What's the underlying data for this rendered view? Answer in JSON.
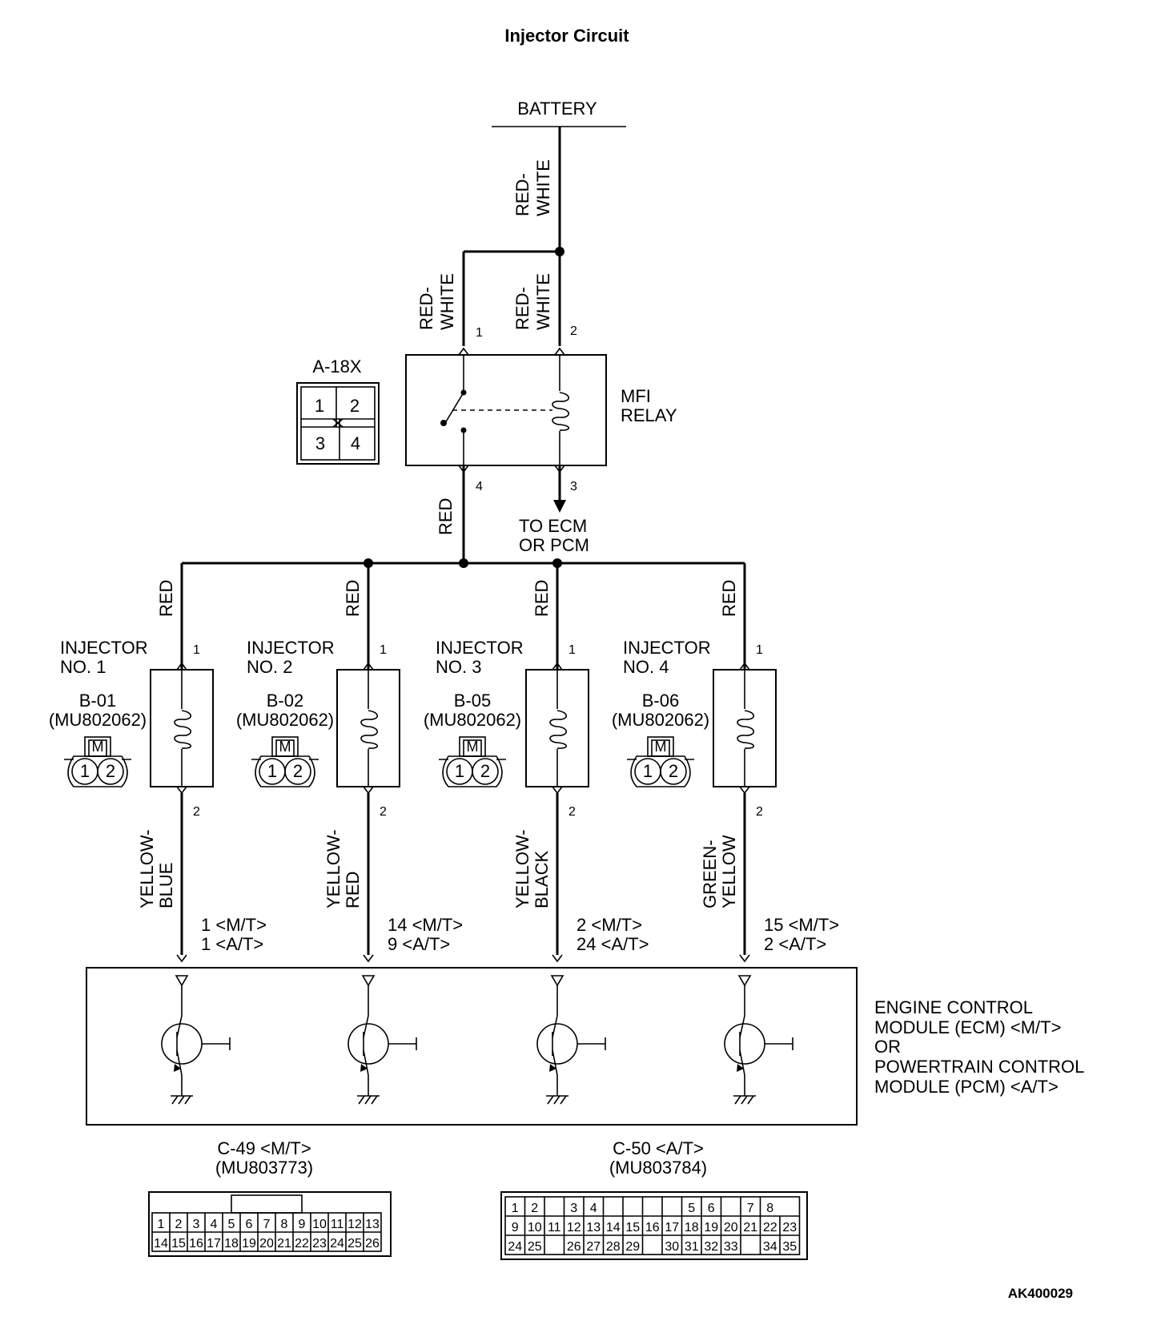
{
  "title": "Injector Circuit",
  "battery": "BATTERY",
  "wires": {
    "red_white_1": [
      "RED-",
      "WHITE"
    ],
    "red_white_2": [
      "RED-",
      "WHITE"
    ],
    "red_white_3": [
      "RED-",
      "WHITE"
    ],
    "red_relay": "RED",
    "red_inj": [
      "RED",
      "RED",
      "RED",
      "RED"
    ],
    "inj_bottom": [
      [
        "YELLOW-",
        "BLUE"
      ],
      [
        "YELLOW-",
        "RED"
      ],
      [
        "YELLOW-",
        "BLACK"
      ],
      [
        "GREEN-",
        "YELLOW"
      ]
    ]
  },
  "relay": {
    "name": [
      "MFI",
      "RELAY"
    ],
    "pins": [
      "1",
      "2",
      "4",
      "3"
    ],
    "connector": "A-18X",
    "connector_pins": [
      "1",
      "2",
      "3",
      "4"
    ],
    "to_ecm": [
      "TO ECM",
      "OR PCM"
    ]
  },
  "injectors": [
    {
      "name": [
        "INJECTOR",
        "NO. 1"
      ],
      "code": "B-01",
      "part": "(MU802062)",
      "pin_top": "1",
      "pin_bottom": "2",
      "conn": [
        "1 <M/T>",
        "1 <A/T>"
      ]
    },
    {
      "name": [
        "INJECTOR",
        "NO. 2"
      ],
      "code": "B-02",
      "part": "(MU802062)",
      "pin_top": "1",
      "pin_bottom": "2",
      "conn": [
        "14 <M/T>",
        "9 <A/T>"
      ]
    },
    {
      "name": [
        "INJECTOR",
        "NO. 3"
      ],
      "code": "B-05",
      "part": "(MU802062)",
      "pin_top": "1",
      "pin_bottom": "2",
      "conn": [
        "2 <M/T>",
        "24 <A/T>"
      ]
    },
    {
      "name": [
        "INJECTOR",
        "NO. 4"
      ],
      "code": "B-06",
      "part": "(MU802062)",
      "pin_top": "1",
      "pin_bottom": "2",
      "conn": [
        "15 <M/T>",
        "2 <A/T>"
      ]
    }
  ],
  "injector_connector_letter": "M",
  "injector_connector_pins": [
    "1",
    "2"
  ],
  "module": [
    "ENGINE CONTROL",
    "MODULE (ECM) <M/T>",
    "OR",
    "POWERTRAIN CONTROL",
    "MODULE (PCM) <A/T>"
  ],
  "c49": {
    "label": "C-49 <M/T>",
    "part": "(MU803773)",
    "row1": [
      "1",
      "2",
      "3",
      "4",
      "5",
      "6",
      "7",
      "8",
      "9",
      "10",
      "11",
      "12",
      "13"
    ],
    "row2": [
      "14",
      "15",
      "16",
      "17",
      "18",
      "19",
      "20",
      "21",
      "22",
      "23",
      "24",
      "25",
      "26"
    ]
  },
  "c50": {
    "label": "C-50 <A/T>",
    "part": "(MU803784)",
    "row1": [
      "1",
      "2",
      "",
      "3",
      "4",
      "",
      "",
      "",
      "",
      "5",
      "6",
      "",
      "7",
      "8"
    ],
    "row2": [
      "9",
      "10",
      "11",
      "12",
      "13",
      "14",
      "15",
      "16",
      "17",
      "18",
      "19",
      "20",
      "21",
      "22",
      "23"
    ],
    "row3": [
      "24",
      "25",
      "",
      "26",
      "27",
      "28",
      "29",
      "",
      "30",
      "31",
      "32",
      "33",
      "",
      "34",
      "35"
    ]
  },
  "figure_code": "AK400029"
}
